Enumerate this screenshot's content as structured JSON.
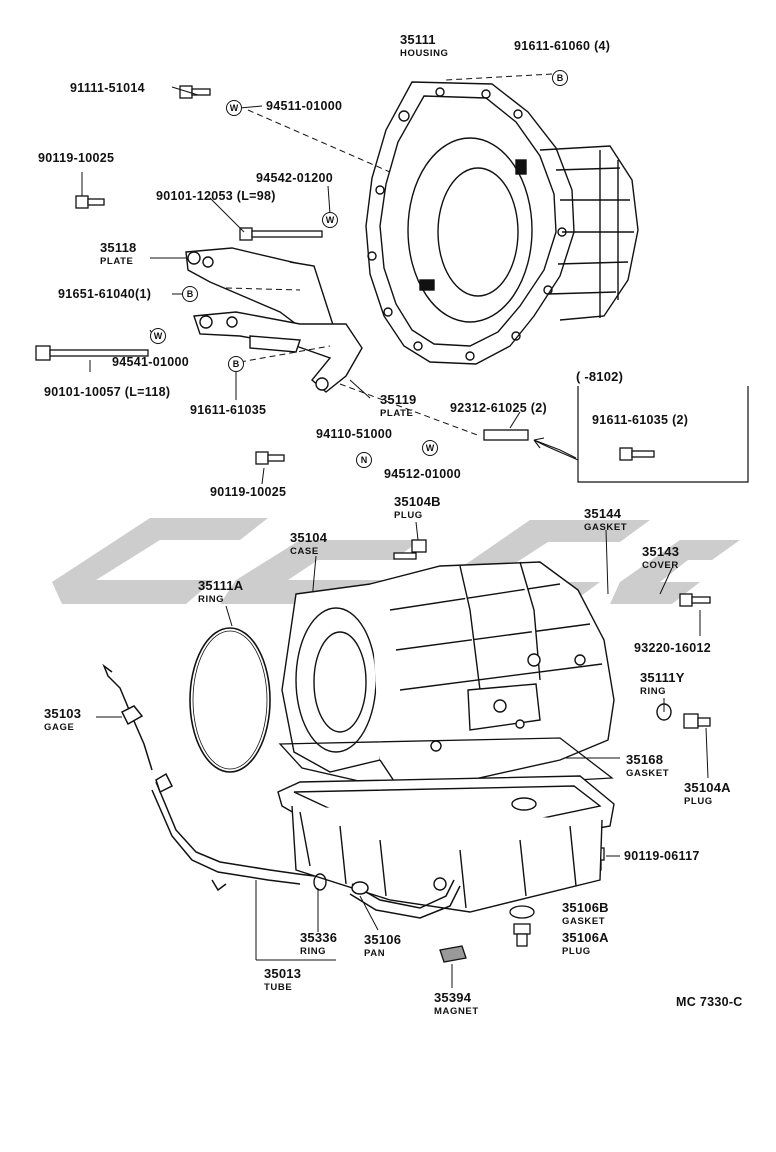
{
  "labels": {
    "housing_no": "35111",
    "housing_name": "HOUSING",
    "bolt_b4": "91611-61060 (4)",
    "bolt_91111": "91111-51014",
    "washer_94511": "94511-01000",
    "bolt_90119a": "90119-10025",
    "washer_94542": "94542-01200",
    "bolt_90101a": "90101-12053 (L=98)",
    "plate_118_no": "35118",
    "plate_118_name": "PLATE",
    "bolt_91651": "91651-61040(1)",
    "bolt_90101b": "90101-10057 (L=118)",
    "washer_94541": "94541-01000",
    "bolt_91611a": "91611-61035",
    "plate_119_no": "35119",
    "plate_119_name": "PLATE",
    "stud_92312": "92312-61025 (2)",
    "nut_94110": "94110-51000",
    "washer_94512": "94512-01000",
    "bolt_90119b": "90119-10025",
    "box_range": "(    -8102)",
    "box_part": "91611-61035 (2)",
    "plug_104b_no": "35104B",
    "plug_104b_name": "PLUG",
    "case_no": "35104",
    "case_name": "CASE",
    "gasket_144_no": "35144",
    "gasket_144_name": "GASKET",
    "cover_143_no": "35143",
    "cover_143_name": "COVER",
    "bolt_93220": "93220-16012",
    "ring_111a_no": "35111A",
    "ring_111a_name": "RING",
    "ring_111y_no": "35111Y",
    "ring_111y_name": "RING",
    "gage_no": "35103",
    "gage_name": "GAGE",
    "gasket_168_no": "35168",
    "gasket_168_name": "GASKET",
    "plug_104a_no": "35104A",
    "plug_104a_name": "PLUG",
    "bolt_90119c": "90119-06117",
    "gasket_106b_no": "35106B",
    "gasket_106b_name": "GASKET",
    "plug_106a_no": "35106A",
    "plug_106a_name": "PLUG",
    "ring_336_no": "35336",
    "ring_336_name": "RING",
    "pan_no": "35106",
    "pan_name": "PAN",
    "tube_no": "35013",
    "tube_name": "TUBE",
    "magnet_no": "35394",
    "magnet_name": "MAGNET",
    "diagram_code": "MC 7330-C"
  },
  "marks": {
    "b": "B",
    "w": "W",
    "n": "N"
  },
  "colors": {
    "ink": "#111111",
    "watermark": "#c8c8c8",
    "shade": "#bbbbbb"
  }
}
